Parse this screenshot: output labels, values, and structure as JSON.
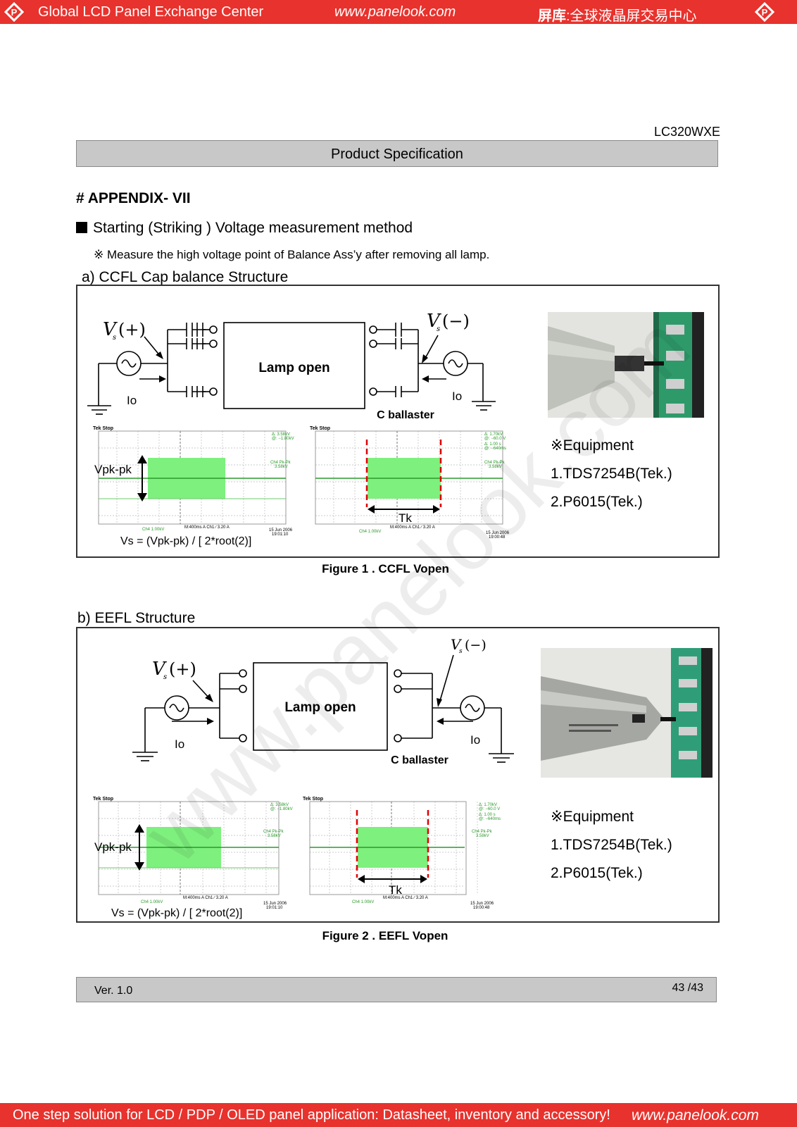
{
  "header": {
    "left": "Global LCD Panel Exchange Center",
    "center": "www.panelook.com",
    "right_brand": "屏库",
    "right_rest": ":全球液晶屏交易中心"
  },
  "doc": {
    "model": "LC320WXE",
    "spec_title": "Product Specification",
    "appendix": "# APPENDIX- VII",
    "section": "Starting (Striking ) Voltage measurement method",
    "note": "※ Measure the high voltage point of Balance Ass’y after removing all lamp."
  },
  "fig1": {
    "heading": "a) CCFL Cap balance Structure",
    "vs_plus": "(+)",
    "vs_minus": "(−)",
    "vs_sym": "V",
    "vs_sub": "s",
    "io_left": "Io",
    "io_right": "Io",
    "lamp": "Lamp open",
    "ballaster": "C ballaster",
    "vpk": "Vpk-pk",
    "tk": "Tk",
    "formula": "Vs =  (Vpk-pk)  /  [ 2*root(2)]",
    "equip_title": "※Equipment",
    "equip_1": "1.TDS7254B(Tek.)",
    "equip_2": "2.P6015(Tek.)",
    "caption": "Figure 1 . CCFL Vopen"
  },
  "fig2": {
    "heading": "b) EEFL Structure",
    "vs_plus": "(+)",
    "vs_minus": "(−)",
    "vs_sym": "V",
    "vs_sub": "s",
    "io_left": "Io",
    "io_right": "Io",
    "lamp": "Lamp open",
    "ballaster": "C ballaster",
    "vpk": "Vpk-pk",
    "tk": "Tk",
    "formula": "Vs =  (Vpk-pk)  /  [ 2*root(2)]",
    "equip_title": "※Equipment",
    "equip_1": "1.TDS7254B(Tek.)",
    "equip_2": "2.P6015(Tek.)",
    "caption": "Figure 2 . EEFL Vopen"
  },
  "scope_texts": {
    "tek": "Tek Stop",
    "delta1": "Δ:  3.58kV",
    "at1": "@: −1.80kV",
    "ch4": "Ch4 Pk-Pk",
    "ch4val": "3.58kV",
    "delta2": "Δ:  1.70kV",
    "at2": "@: −60.0 V",
    "deltat": "Δ:  1.00 s",
    "att": "@: −640ms",
    "scale": "Ch4  1.00kV",
    "time": "M:400ms  A  Ch1  ∕  3.20 A",
    "date1": "15 Jun 2006",
    "date2a": "19:01:10",
    "date2b": "19:00:48"
  },
  "footer": {
    "version": "Ver. 1.0",
    "page": "43 /43"
  },
  "bottom": {
    "left": "One step solution for LCD / PDP / OLED panel application: Datasheet, inventory and accessory!",
    "right": "www.panelook.com"
  },
  "watermark": "www.panelook.com",
  "colors": {
    "brand_red": "#e8322d",
    "bar_grey": "#c8c8c8",
    "scope_green": "#7ef07e",
    "cursor_red": "#e00000"
  }
}
